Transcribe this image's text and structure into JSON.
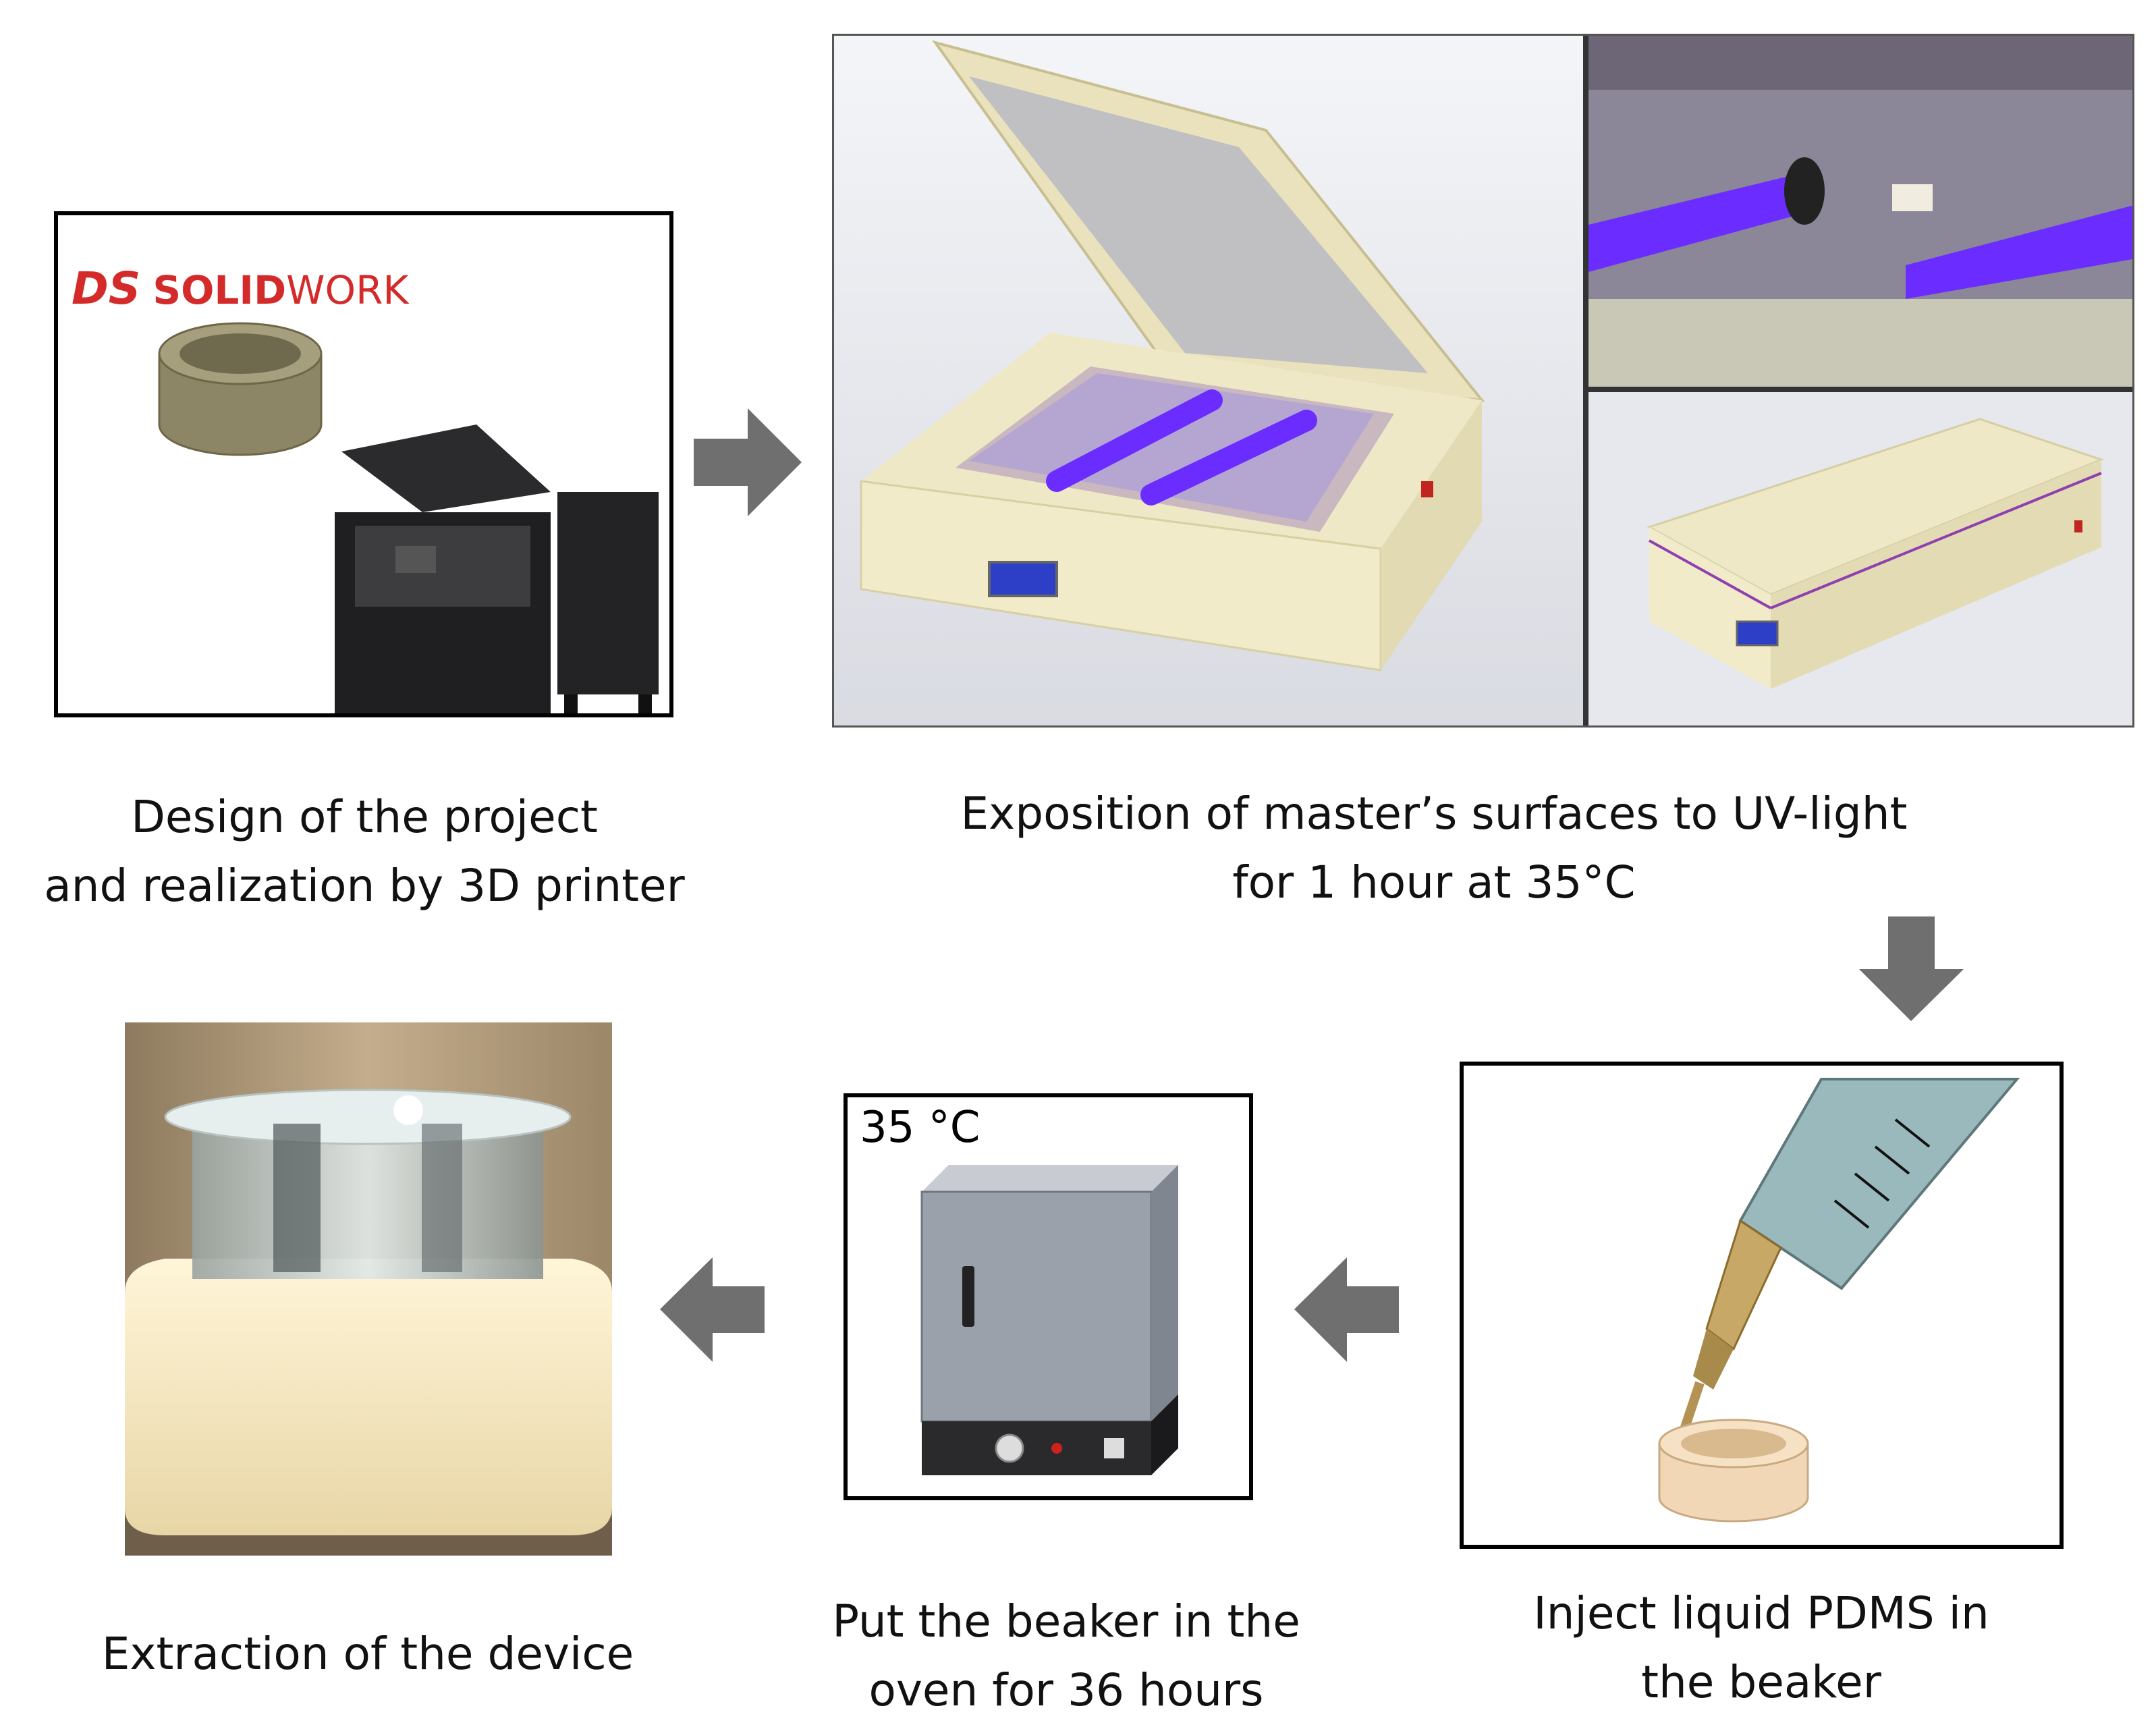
{
  "steps": {
    "design": {
      "caption_line1": "Design of the project",
      "caption_line2": "and realization by 3D printer",
      "logo_bold": "SOLID",
      "logo_light": "WORK"
    },
    "uv": {
      "caption_line1": "Exposition of master’s surfaces to UV-light",
      "caption_line2": "for 1 hour at 35°C"
    },
    "inject": {
      "caption_line1": "Inject liquid PDMS in",
      "caption_line2": "the beaker"
    },
    "oven": {
      "caption_line1": "Put the beaker in the",
      "caption_line2": "oven for 36 hours",
      "temperature": "35 °C"
    },
    "extraction": {
      "caption_line1": "Extraction of the device"
    }
  },
  "colors": {
    "arrow": "#6f6f6f",
    "uv_light": "#6a2cff",
    "box_cream": "#f3edc8",
    "logo_red": "#d42a2a"
  }
}
